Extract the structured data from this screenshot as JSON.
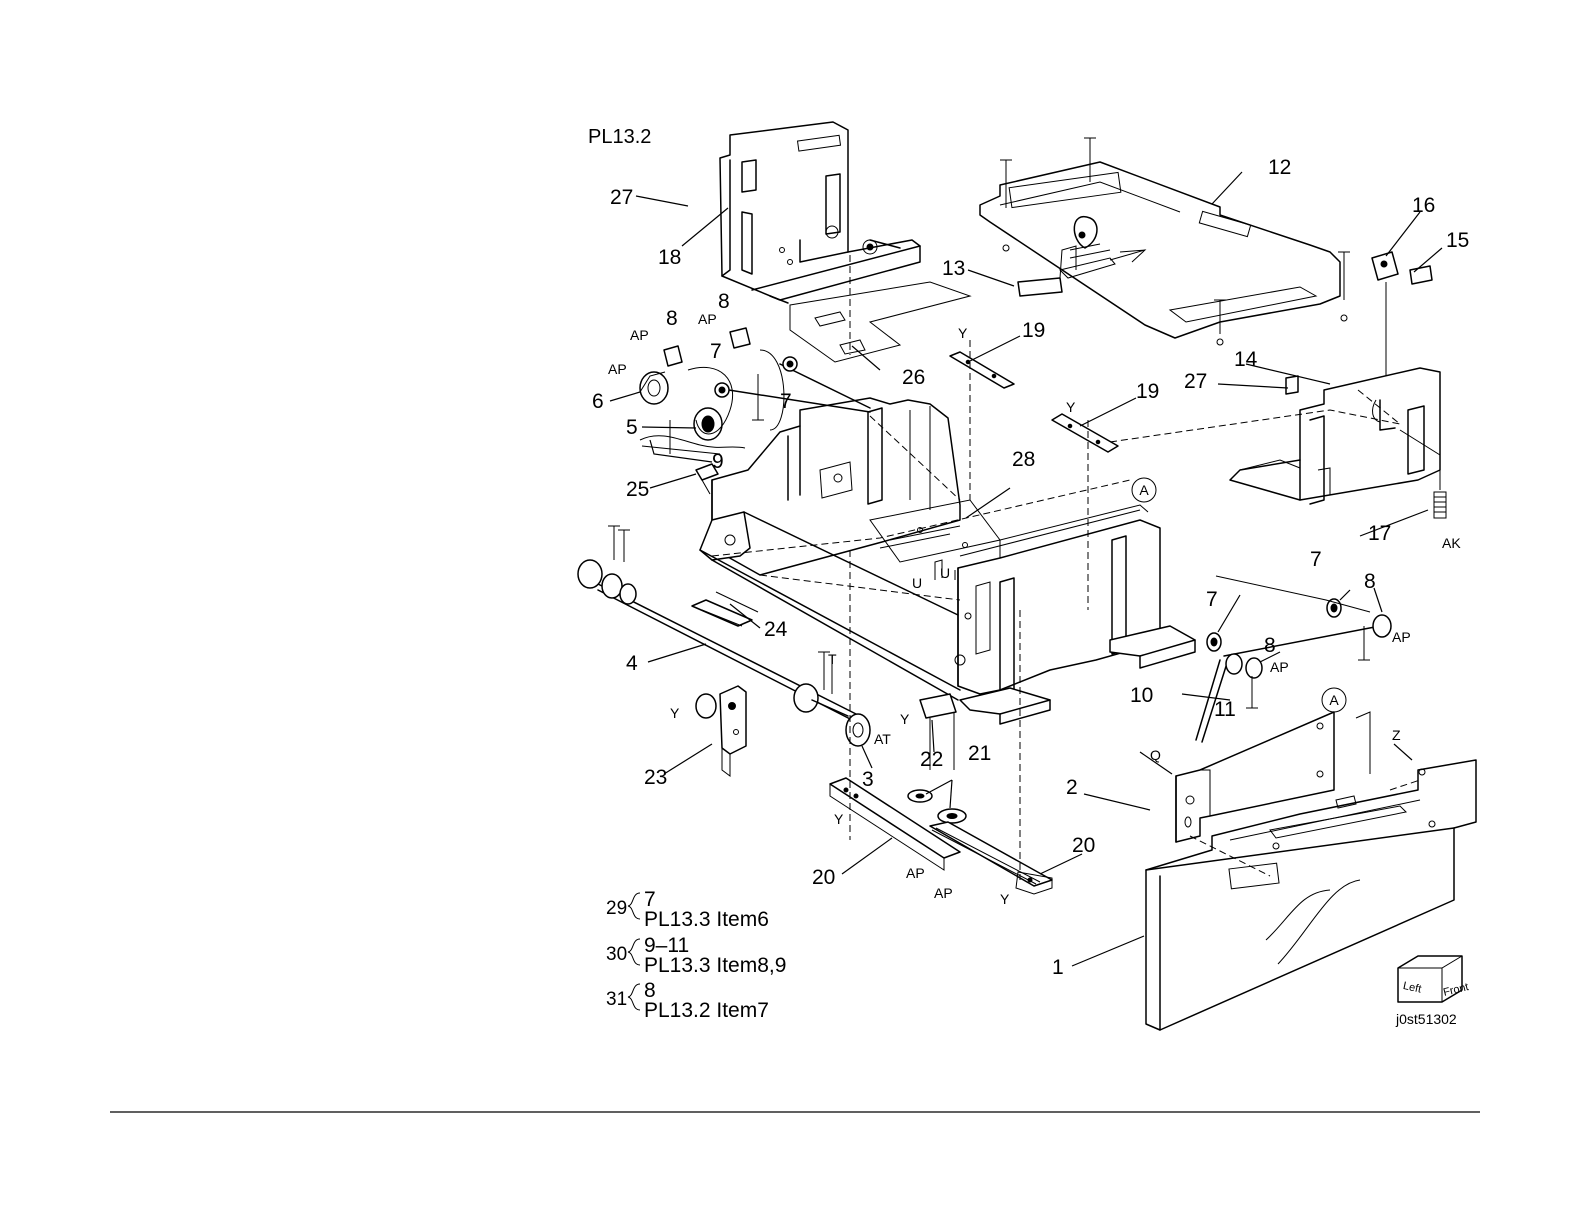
{
  "plate": "PL13.2",
  "image_code": "j0st51302",
  "orientation_box": {
    "left": "Left",
    "front": "Front"
  },
  "callouts": {
    "n1": "1",
    "n2": "2",
    "n3": "3",
    "n4": "4",
    "n5": "5",
    "n6": "6",
    "n7a": "7",
    "n7b": "7",
    "n7c": "7",
    "n7d": "7",
    "n8a": "8",
    "n8b": "8",
    "n8c": "8",
    "n8d": "8",
    "n9": "9",
    "n10": "10",
    "n11": "11",
    "n12": "12",
    "n13": "13",
    "n14": "14",
    "n15": "15",
    "n16": "16",
    "n17": "17",
    "n18": "18",
    "n19a": "19",
    "n19b": "19",
    "n20a": "20",
    "n20b": "20",
    "n21": "21",
    "n22": "22",
    "n23": "23",
    "n24": "24",
    "n25": "25",
    "n26": "26",
    "n27a": "27",
    "n27b": "27",
    "n28": "28"
  },
  "tags": {
    "ap1": "AP",
    "ap2": "AP",
    "ap3": "AP",
    "ap4": "AP",
    "ap5": "AP",
    "ap6": "AP",
    "ap7": "AP",
    "at": "AT",
    "ak": "AK",
    "q": "Q",
    "z": "Z",
    "y1": "Y",
    "y2": "Y",
    "y3": "Y",
    "y4": "Y",
    "y5": "Y",
    "y6": "Y",
    "u1": "U",
    "u2": "U",
    "t": "T",
    "circA1": "A",
    "circA2": "A"
  },
  "notes": [
    {
      "num": "29",
      "line1": "7",
      "line2": "PL13.3 Item6"
    },
    {
      "num": "30",
      "line1": "9–11",
      "line2": "PL13.3 Item8,9"
    },
    {
      "num": "31",
      "line1": "8",
      "line2": "PL13.2 Item7"
    }
  ]
}
